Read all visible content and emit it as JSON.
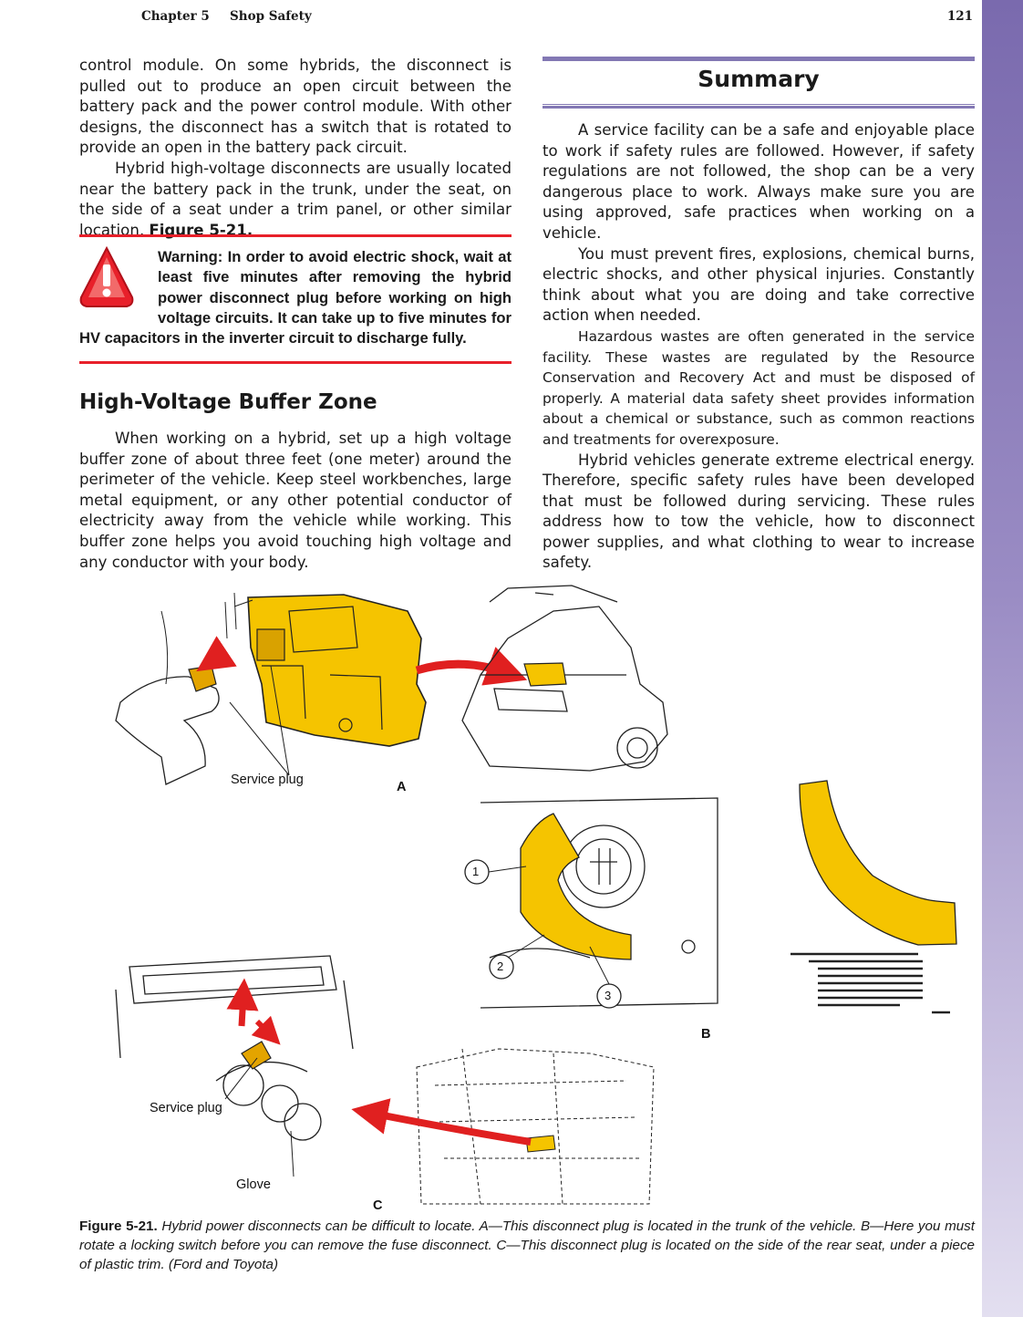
{
  "header": {
    "chapter": "Chapter 5",
    "section": "Shop Safety",
    "page_number": "121"
  },
  "left_column": {
    "p1": "control module. On some hybrids, the disconnect is pulled out to produce an open circuit between the battery pack and the power control module. With other designs, the dis­connect has a switch that is rotated to provide an open in the battery pack circuit.",
    "p2": "Hybrid high-voltage disconnects are usually located near the battery pack in the trunk, under the seat, on the side of a seat under a trim panel, or other similar location,",
    "p2_figref": "Figure 5-21.",
    "warning": "Warning: In order to avoid electric shock, wait at least five minutes after removing the hybrid power disconnect plug before working on high voltage circuits. It can take up to five minutes for HV capacitors in the inverter circuit to discharge fully.",
    "heading": "High-Voltage Buffer Zone",
    "p3": "When working on a hybrid, set up a high voltage buffer zone of about three feet (one meter) around the perimeter of the vehicle. Keep steel workbenches, large metal equipment, or any other potential conductor of electricity away from the vehicle while working. This buffer zone helps you avoid touching high voltage and any conductor with your body."
  },
  "right_column": {
    "heading": "Summary",
    "p1": "A service facility can be a safe and enjoyable place to work if safety rules are followed. However, if safety regula­tions are not followed, the shop can be a very dangerous place to work. Always make sure you are using approved, safe practices when working on a vehicle.",
    "p2": "You must prevent fires, explosions, chemical burns, elec­tric shocks, and other physical injuries. Constantly think about what you are doing and take corrective action when needed.",
    "p3": "Hazardous wastes are often generated in the service facility. These wastes are regulated by the Resource Conservation and Recovery Act and must be disposed of properly. A material data safety sheet provides information about a chemical or substance, such as common reactions and treatments for overexposure.",
    "p4": "Hybrid vehicles generate extreme electrical energy. Therefore, specific safety rules have been developed that must be followed during servicing. These rules address how to tow the vehicle, how to disconnect power supplies, and what clothing to wear to increase safety."
  },
  "figure": {
    "label_service_plug_a": "Service plug",
    "letter_a": "A",
    "callout_1": "1",
    "callout_2": "2",
    "callout_3": "3",
    "letter_b": "B",
    "label_service_plug_c": "Service plug",
    "label_glove": "Glove",
    "letter_c": "C",
    "caption_number": "Figure 5-21.",
    "caption_text": "Hybrid power disconnects can be difficult to locate. A—This disconnect plug is located in the trunk of the vehicle. B—Here you must rotate a locking switch before you can remove the fuse disconnect. C—This disconnect plug is located on the side of the rear seat, under a piece of plastic trim. (Ford and Toyota)"
  },
  "colors": {
    "warning_red": "#e8202a",
    "accent_purple": "#8378b4",
    "highlight_yellow": "#f5c400"
  }
}
